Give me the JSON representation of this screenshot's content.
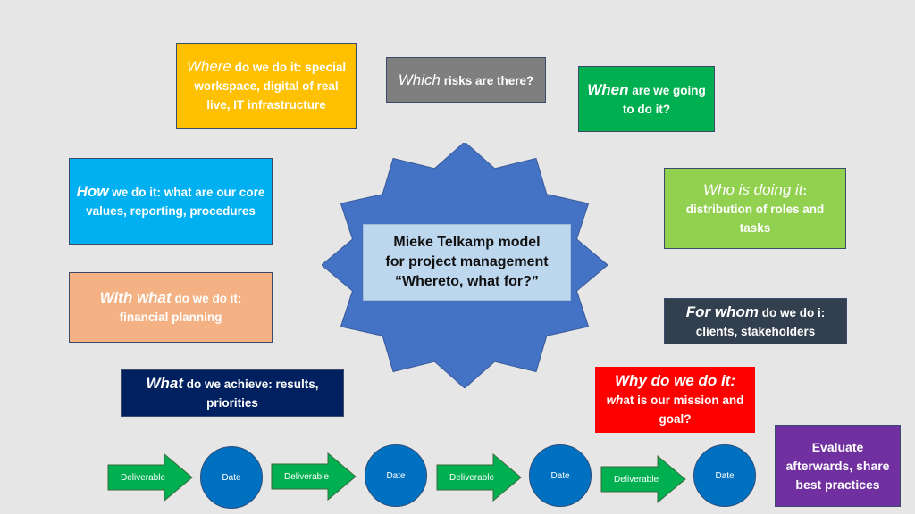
{
  "center": {
    "line1": "Mieke Telkamp model",
    "line2": "for project management",
    "line3": "“Whereto, what for?”",
    "star_color": "#4472c4",
    "label_bg": "#bdd7ee"
  },
  "boxes": {
    "where": {
      "lead": "Where",
      "tail": " do we do it: special workspace, digital of real live, IT infrastructure",
      "color": "#ffc000"
    },
    "risks": {
      "lead": "Which",
      "tail": " risks are there?",
      "color": "#7f7f7f"
    },
    "when": {
      "lead": "When",
      "tail": " are we going to do it?",
      "color": "#00b050"
    },
    "how": {
      "lead": "How",
      "tail": " we do it: what are our core values, reporting, procedures",
      "color": "#00b0f0"
    },
    "who": {
      "lead": "Who is doing it",
      "tail": ": distribution of roles and tasks",
      "color": "#92d050"
    },
    "withwhat": {
      "lead": "With what",
      "tail": " do we do it: financial planning",
      "color": "#f4b183"
    },
    "forwhom": {
      "lead": "For whom",
      "tail": " do we do i: clients, stakeholders",
      "color": "#323f4f"
    },
    "whatach": {
      "lead": "What",
      "tail": " do we achieve: results, priorities",
      "color": "#002060"
    },
    "why": {
      "lead": "Why do we do it:",
      "tail_it": " wh",
      "tail": "at is our mission and goal?",
      "color": "#ff0000"
    },
    "evaluate": {
      "text": "Evaluate afterwards, share best practices",
      "color": "#7030a0"
    }
  },
  "timeline": {
    "steps": [
      {
        "deliverable": "Deliverable",
        "date": "Date"
      },
      {
        "deliverable": "Deliverable",
        "date": "Date"
      },
      {
        "deliverable": "Deliverable",
        "date": "Date"
      },
      {
        "deliverable": "Deliverable",
        "date": "Date"
      }
    ],
    "arrow_color": "#00b050",
    "date_color": "#0070c0"
  }
}
